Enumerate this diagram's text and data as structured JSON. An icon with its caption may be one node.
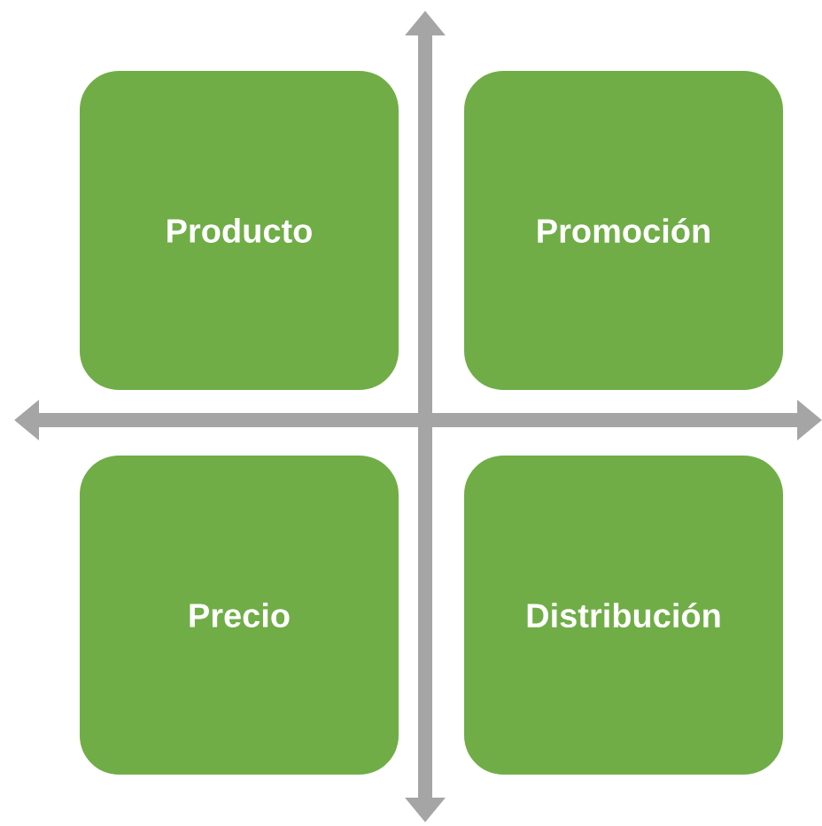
{
  "diagram": {
    "nodes": [
      {
        "text": [
          "Producto"
        ]
      },
      {
        "text": [
          "Promoción"
        ]
      },
      {
        "text": [
          "Precio"
        ]
      },
      {
        "text": [
          "Distribución"
        ]
      }
    ]
  }
}
